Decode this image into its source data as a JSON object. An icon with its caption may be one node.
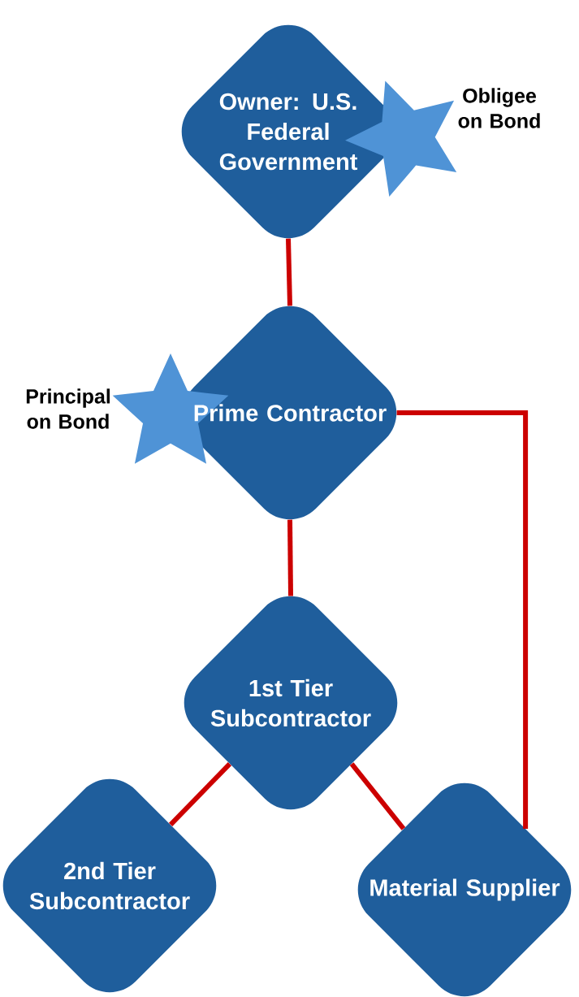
{
  "diagram": {
    "nodes": [
      {
        "text": [
          "Owner: U.S. Federal Government"
        ],
        "beside": [
          "Obligee on Bond"
        ]
      },
      {
        "text": [
          "Prime Contractor"
        ],
        "beside": [
          "Principal on Bond"
        ]
      },
      {
        "text": [
          "1st Tier Subcontractor"
        ]
      },
      {
        "text": [
          "2nd Tier Subcontractor"
        ]
      },
      {
        "text": [
          "Material Supplier"
        ]
      }
    ],
    "edges": [
      {
        "from": 0,
        "to": 1,
        "arrow": "none"
      },
      {
        "from": 1,
        "to": 2,
        "arrow": "none"
      },
      {
        "from": 2,
        "to": 3,
        "arrow": "none"
      },
      {
        "from": 2,
        "to": 4,
        "arrow": "none"
      },
      {
        "from": 1,
        "to": 4,
        "arrow": "none"
      }
    ]
  }
}
